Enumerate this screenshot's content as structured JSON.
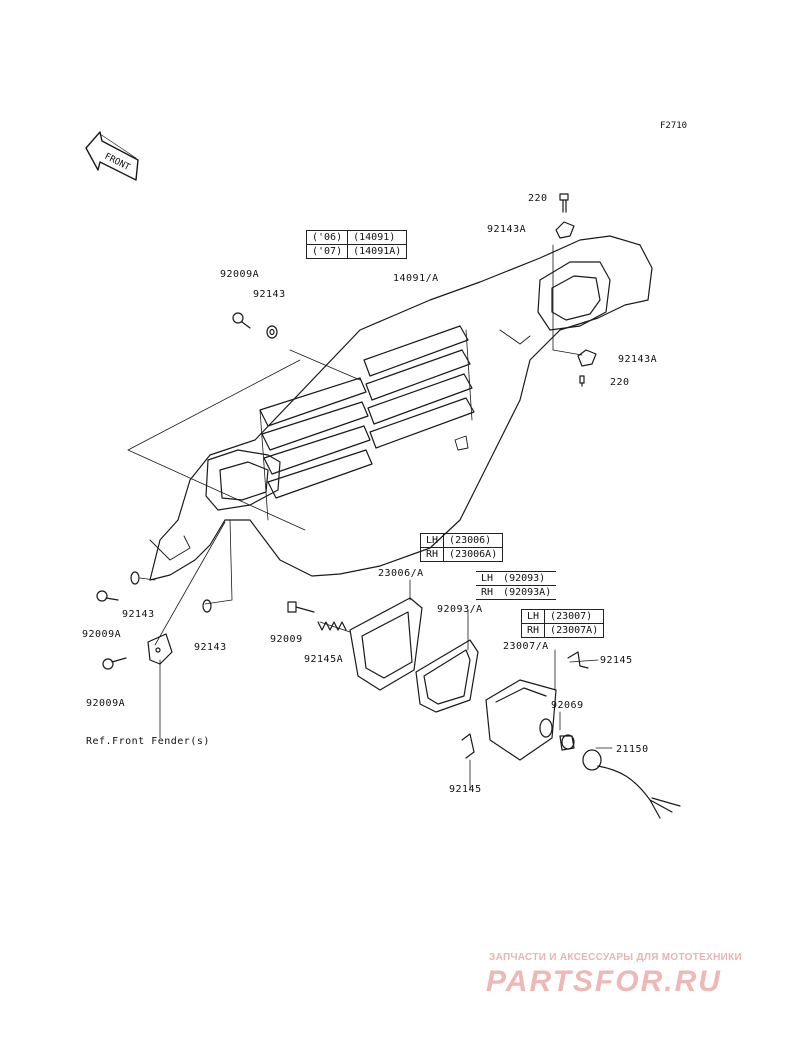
{
  "figure_id": "F2710",
  "front_arrow": "FRONT",
  "labels": {
    "p220_top": "220",
    "p92143A_top": "92143A",
    "p14091A": "14091/A",
    "p92009A_top": "92009A",
    "p92143_top": "92143",
    "p92143A_right": "92143A",
    "p220_right": "220",
    "p92009A_left": "92009A",
    "p92143_left": "92143",
    "p92143_mid": "92143",
    "p92009A_bottom": "92009A",
    "ref_front_fender": "Ref.Front Fender(s)",
    "p92009": "92009",
    "p92145A": "92145A",
    "p23006A": "23006/A",
    "p92093A": "92093/A",
    "p23007A": "23007/A",
    "p92145_right": "92145",
    "p92069": "92069",
    "p21150": "21150",
    "p92145_bottom": "92145"
  },
  "tables": {
    "cover": [
      [
        "('06)",
        "(14091)"
      ],
      [
        "('07)",
        "(14091A)"
      ]
    ],
    "p23006": [
      [
        "LH",
        "(23006)"
      ],
      [
        "RH",
        "(23006A)"
      ]
    ],
    "p92093": [
      [
        "LH",
        "(92093)"
      ],
      [
        "RH",
        "(92093A)"
      ]
    ],
    "p23007": [
      [
        "LH",
        "(23007)"
      ],
      [
        "RH",
        "(23007A)"
      ]
    ]
  },
  "watermark": {
    "tagline": "ЗАПЧАСТИ И АКСЕССУАРЫ ДЛЯ МОТОТЕХНИКИ",
    "brand": "PARTSFOR.RU",
    "color": "#f0b7b7"
  }
}
